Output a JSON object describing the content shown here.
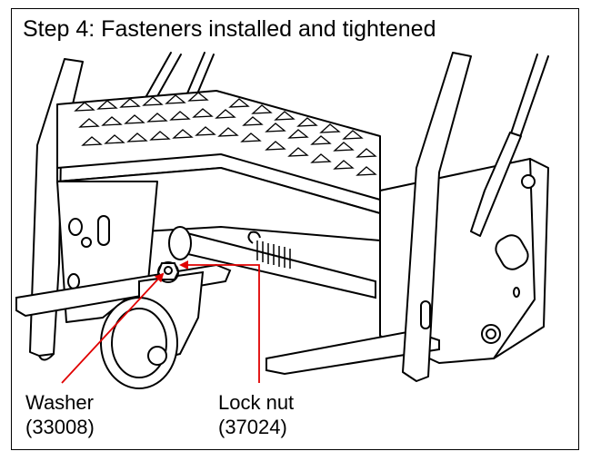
{
  "title": "Step 4: Fasteners installed and tightened",
  "callouts": {
    "washer": {
      "name": "Washer",
      "part_number": "(33008)"
    },
    "lock_nut": {
      "name": "Lock nut",
      "part_number": "(37024)"
    }
  },
  "colors": {
    "callout_arrow": "#e00000",
    "line_art": "#000000",
    "background": "#ffffff"
  }
}
